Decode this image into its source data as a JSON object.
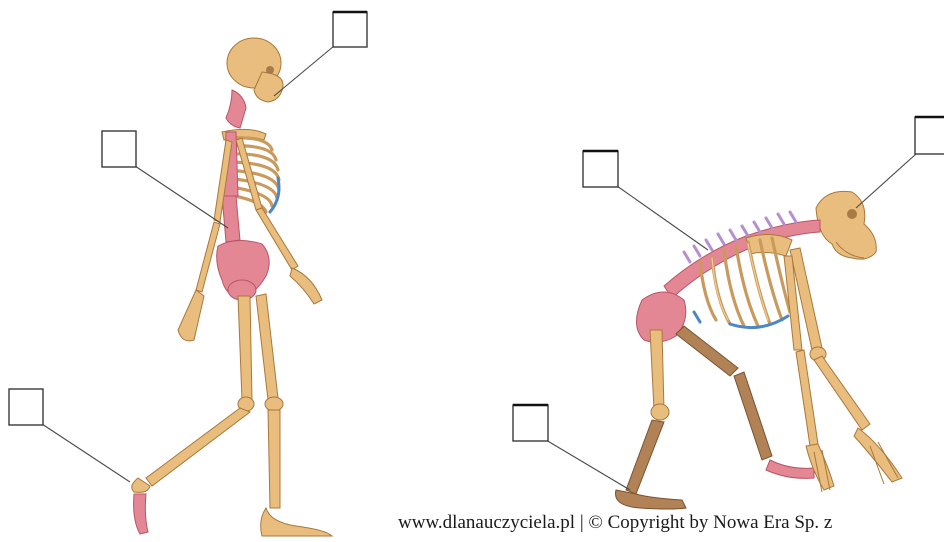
{
  "footer": {
    "credit": "www.dlanauczyciela.pl | © Copyright by Nowa Era Sp. z"
  },
  "label_boxes": [
    {
      "id": "human-skull-box",
      "value": ""
    },
    {
      "id": "human-spine-box",
      "value": ""
    },
    {
      "id": "human-foot-box",
      "value": ""
    },
    {
      "id": "ape-spine-box",
      "value": ""
    },
    {
      "id": "ape-skull-box",
      "value": ""
    },
    {
      "id": "ape-foot-box",
      "value": ""
    }
  ],
  "colors": {
    "bone": "#e9bd7d",
    "cartilage_pink": "#e48795",
    "rib_cartilage_blue": "#4b86c8",
    "box_border": "#3a3a3a"
  }
}
